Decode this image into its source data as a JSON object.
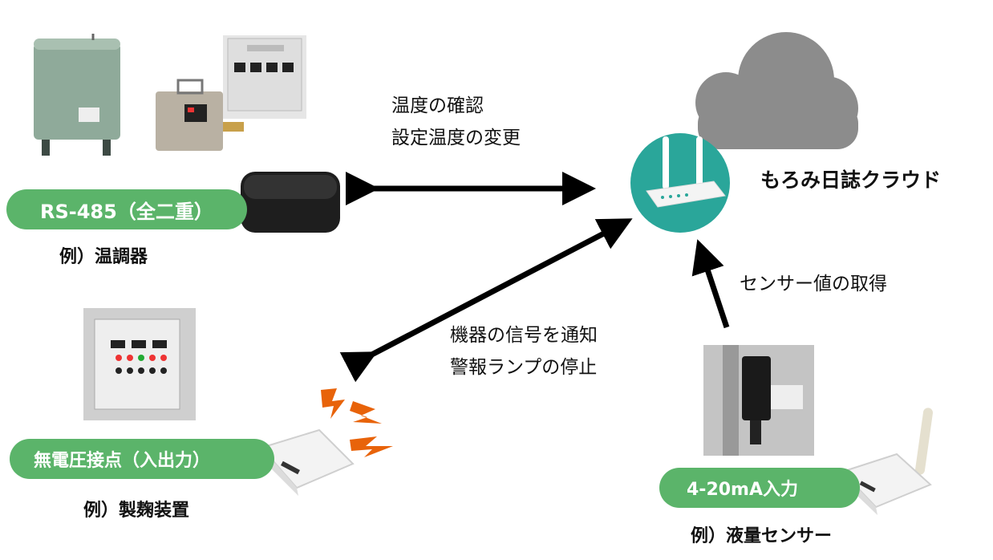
{
  "cloud": {
    "title": "もろみ日誌クラウド"
  },
  "rs485": {
    "pill": "RS-485（全二重）",
    "example": "例）温調器"
  },
  "contact": {
    "pill": "無電圧接点（入出力）",
    "example": "例）製麹装置"
  },
  "analog": {
    "pill": "4-20mA入力",
    "example": "例）液量センサー"
  },
  "notes": {
    "rs485_line1": "温度の確認",
    "rs485_line2": "設定温度の変更",
    "contact_line1": "機器の信号を通知",
    "contact_line2": "警報ランプの停止",
    "analog_line1": "センサー値の取得"
  },
  "colors": {
    "green": "#5bb46a",
    "teal": "#2aa69a",
    "cloud": "#8c8c8c",
    "alert": "#e8630a"
  }
}
